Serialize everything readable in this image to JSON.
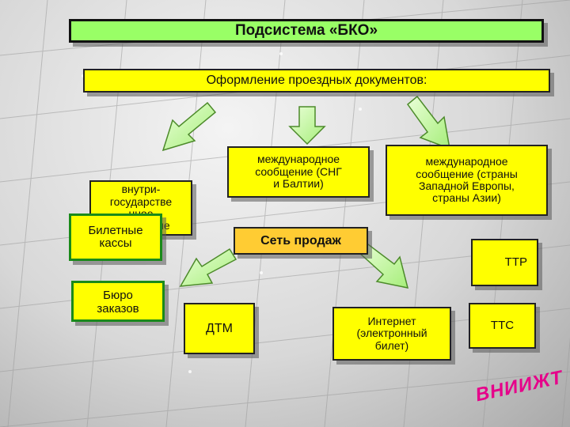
{
  "title": "Подсистема «БКО»",
  "header": "Оформление проездных документов:",
  "categories": {
    "domestic": "внутри-\nгосударстве\nнное\nсообщение",
    "cis_baltic": "международное\nсообщение (СНГ\nи Балтии)",
    "europe_asia": "международное\nсообщение (страны\nЗападной Европы,\nстраны Азии)"
  },
  "sales_network": "Сеть продаж",
  "channels": {
    "ticket_offices": "Билетные\nкассы",
    "order_bureaus": "Бюро\nзаказов",
    "dtm": "ДТМ",
    "internet": "Интернет\n(электронный\nбилет)",
    "ttr": "ТТР",
    "tts": "ТТС"
  },
  "logo": "ВНИИЖТ",
  "colors": {
    "title_fill": "#99ff66",
    "yellow": "#ffff00",
    "green": "#99ff66",
    "orange": "#ffcc33",
    "green_border": "#1a8a1a",
    "logo": "#e6008a"
  }
}
